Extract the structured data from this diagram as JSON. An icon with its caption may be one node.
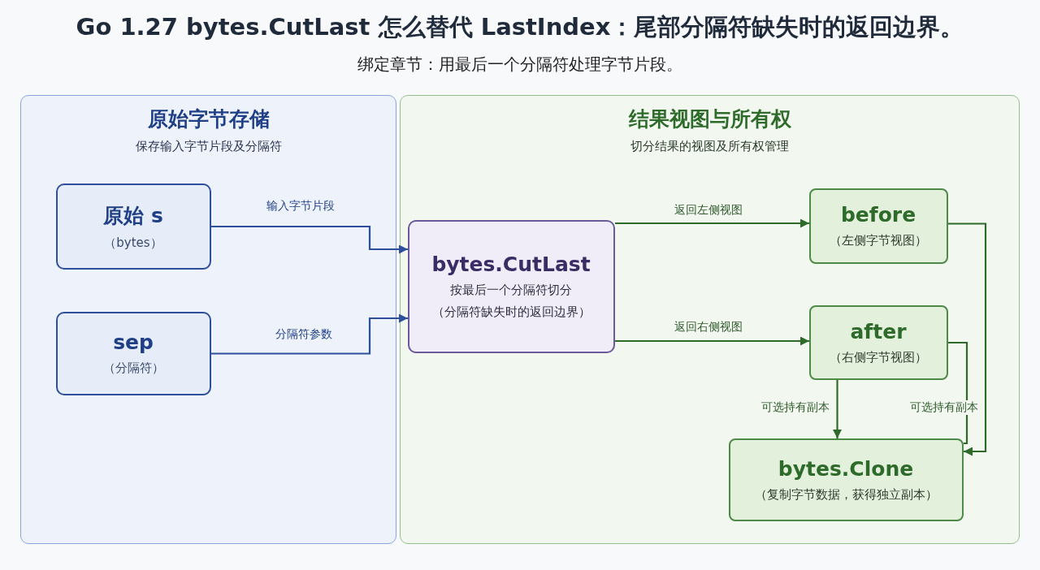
{
  "diagram": {
    "title": "Go 1.27 bytes.CutLast 怎么替代 LastIndex：尾部分隔符缺失时的返回边界。",
    "caption": "绑定章节：用最后一个分隔符处理字节片段。",
    "nodes": [
      {
        "text": [
          "原始字节存储",
          "保存输入字节片段及分隔符"
        ]
      },
      {
        "text": [
          "原始 s",
          "（bytes）"
        ],
        "in": 0
      },
      {
        "text": [
          "sep",
          "（分隔符）"
        ],
        "in": 0
      },
      {
        "text": [
          "结果视图与所有权",
          "切分结果的视图及所有权管理"
        ]
      },
      {
        "text": [
          "bytes.CutLast",
          "按最后一个分隔符切分",
          "（分隔符缺失时的返回边界）"
        ],
        "in": 3
      },
      {
        "text": [
          "before",
          "（左侧字节视图）"
        ],
        "in": 3
      },
      {
        "text": [
          "after",
          "（右侧字节视图）"
        ],
        "in": 3
      },
      {
        "text": [
          "bytes.Clone",
          "（复制字节数据，获得独立副本）"
        ],
        "in": 3
      }
    ],
    "edges": [
      {
        "from": 1,
        "to": 4,
        "arrow": "to",
        "label": "输入字节片段",
        "color": "#2d4f9c"
      },
      {
        "from": 2,
        "to": 4,
        "arrow": "to",
        "label": "分隔符参数",
        "color": "#2d4f9c"
      },
      {
        "from": 4,
        "to": 5,
        "arrow": "to",
        "label": "返回左侧视图"
      },
      {
        "from": 4,
        "to": 6,
        "arrow": "to",
        "label": "返回右侧视图"
      },
      {
        "from": 6,
        "to": 7,
        "arrow": "to",
        "label": "可选持有副本"
      },
      {
        "from": 6,
        "to": 7,
        "arrow": "none",
        "label": "可选持有副本"
      },
      {
        "from": 5,
        "to": 7,
        "arrow": "to"
      }
    ]
  }
}
